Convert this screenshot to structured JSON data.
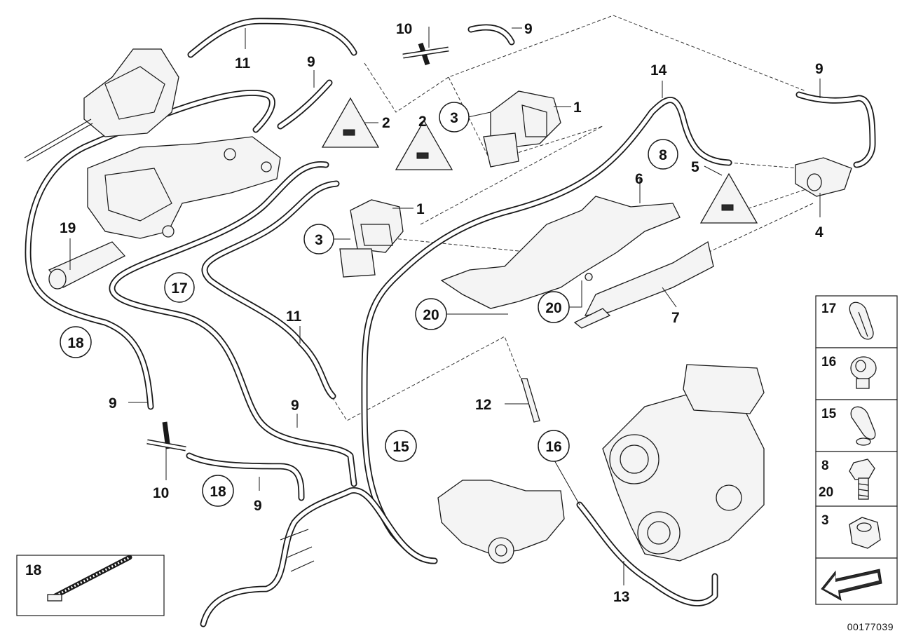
{
  "diagram": {
    "reference": "00177039",
    "callouts": [
      {
        "id": "c11a",
        "text": "11"
      },
      {
        "id": "c10a",
        "text": "10"
      },
      {
        "id": "c9a",
        "text": "9"
      },
      {
        "id": "c9b",
        "text": "9"
      },
      {
        "id": "c2a",
        "text": "2"
      },
      {
        "id": "c2b",
        "text": "2"
      },
      {
        "id": "c3a",
        "text": "3"
      },
      {
        "id": "c1a",
        "text": "1"
      },
      {
        "id": "c14",
        "text": "14"
      },
      {
        "id": "c9c",
        "text": "9"
      },
      {
        "id": "c8",
        "text": "8"
      },
      {
        "id": "c6",
        "text": "6"
      },
      {
        "id": "c5",
        "text": "5"
      },
      {
        "id": "c4",
        "text": "4"
      },
      {
        "id": "c1b",
        "text": "1"
      },
      {
        "id": "c3b",
        "text": "3"
      },
      {
        "id": "c19",
        "text": "19"
      },
      {
        "id": "c17",
        "text": "17"
      },
      {
        "id": "c11b",
        "text": "11"
      },
      {
        "id": "c20a",
        "text": "20"
      },
      {
        "id": "c20b",
        "text": "20"
      },
      {
        "id": "c7",
        "text": "7"
      },
      {
        "id": "c18a",
        "text": "18"
      },
      {
        "id": "c9d",
        "text": "9"
      },
      {
        "id": "c9e",
        "text": "9"
      },
      {
        "id": "c12",
        "text": "12"
      },
      {
        "id": "c15",
        "text": "15"
      },
      {
        "id": "c16",
        "text": "16"
      },
      {
        "id": "c10b",
        "text": "10"
      },
      {
        "id": "c18b",
        "text": "18"
      },
      {
        "id": "c9f",
        "text": "9"
      },
      {
        "id": "c13",
        "text": "13"
      },
      {
        "id": "c18c",
        "text": "18"
      }
    ],
    "legend": [
      {
        "labels": [
          "17"
        ],
        "icon": "clip-icon"
      },
      {
        "labels": [
          "16"
        ],
        "icon": "grommet-icon"
      },
      {
        "labels": [
          "15"
        ],
        "icon": "clip-icon"
      },
      {
        "labels": [
          "8",
          "20"
        ],
        "icon": "bolt-icon"
      },
      {
        "labels": [
          "3"
        ],
        "icon": "nut-icon"
      },
      {
        "labels": [],
        "icon": "direction-arrow-icon"
      }
    ],
    "colors": {
      "line": "#1a1a1a",
      "background": "#ffffff"
    }
  }
}
